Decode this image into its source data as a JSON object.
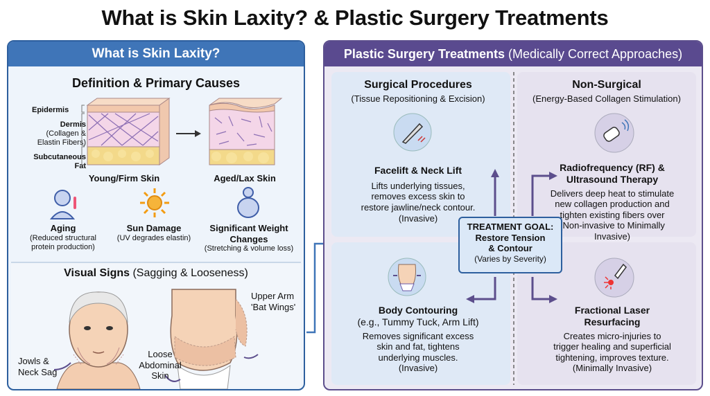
{
  "title": "What is Skin Laxity? & Plastic Surgery Treatments",
  "left": {
    "header": "What is Skin Laxity?",
    "definition_title": "Definition & Primary Causes",
    "layers": {
      "epidermis": "Epidermis",
      "dermis": "Dermis",
      "dermis_sub1": "(Collagen &",
      "dermis_sub2": "Elastin Fibers)",
      "subcutaneous1": "Subcutaneous",
      "subcutaneous2": "Fat"
    },
    "young_label": "Young/Firm Skin",
    "aged_label": "Aged/Lax Skin",
    "causes": [
      {
        "title": "Aging",
        "desc1": "(Reduced structural",
        "desc2": "protein production)",
        "icon": "elderly-person-icon"
      },
      {
        "title": "Sun Damage",
        "desc1": "(UV degrades elastin)",
        "desc2": "",
        "icon": "sun-icon"
      },
      {
        "title1": "Significant Weight",
        "title2": "Changes",
        "desc1": "(Stretching & volume loss)",
        "icon": "weight-change-icon"
      }
    ],
    "visual_signs_bold": "Visual Signs",
    "visual_signs_rest": " (Sagging & Looseness)",
    "jowls1": "Jowls &",
    "jowls2": "Neck Sag",
    "abdominal1": "Loose",
    "abdominal2": "Abdominal",
    "abdominal3": "Skin",
    "arm1": "Upper Arm",
    "arm2": "'Bat Wings'"
  },
  "right": {
    "header_bold": "Plastic Surgery Treatments",
    "header_rest": " (Medically Correct Approaches)",
    "surgical_title": "Surgical Procedures",
    "surgical_sub": "(Tissue Repositioning & Excision)",
    "nonsurgical_title": "Non-Surgical",
    "nonsurgical_sub": "(Energy-Based Collagen Stimulation)",
    "facelift": {
      "title": "Facelift & Neck Lift",
      "l1": "Lifts underlying tissues,",
      "l2": "removes excess skin to",
      "l3": "restore jawline/neck contour.",
      "l4": "(Invasive)"
    },
    "rf": {
      "title1": "Radiofrequency (RF) &",
      "title2": "Ultrasound Therapy",
      "l1": "Delivers deep heat to stimulate",
      "l2": "new collagen production and",
      "l3": "tighten existing fibers over",
      "l4": "(Non-invasive to Minimally",
      "l5": "Invasive)"
    },
    "body": {
      "title": "Body Contouring",
      "sub": "(e.g., Tummy Tuck, Arm Lift)",
      "l1": "Removes significant excess",
      "l2": "skin and fat, tightens",
      "l3": "underlying muscles.",
      "l4": "(Invasive)"
    },
    "laser": {
      "title1": "Fractional Laser",
      "title2": "Resurfacing",
      "l1": "Creates micro-injuries to",
      "l2": "trigger healing and superficial",
      "l3": "tightening, improves texture.",
      "l4": "(Minimally Invasive)"
    },
    "goal": {
      "l1": "TREATMENT GOAL:",
      "l2": "Restore Tension",
      "l3": "& Contour",
      "l4": "(Varies by Severity)"
    }
  },
  "colors": {
    "left_header": "#3f75b8",
    "right_header": "#5a4a8f",
    "arrow": "#5c4e8c"
  }
}
